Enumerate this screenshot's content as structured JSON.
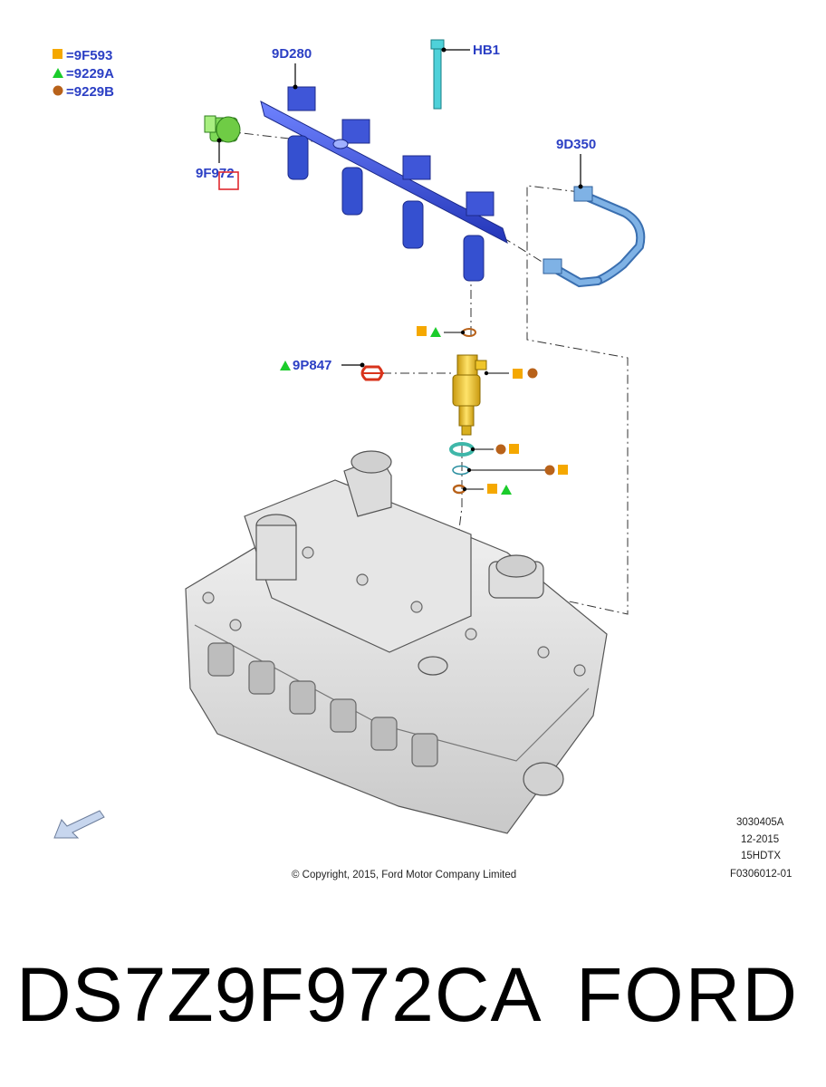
{
  "legend": [
    {
      "symbol": "square",
      "color": "#f5a800",
      "text": "=9F593"
    },
    {
      "symbol": "triangle",
      "color": "#1bcc2b",
      "text": "=9229A"
    },
    {
      "symbol": "circle",
      "color": "#b8621a",
      "text": "=9229B"
    }
  ],
  "labels": {
    "fuel_rail": "9D280",
    "bolt": "HB1",
    "sensor": "9F972",
    "fuel_line": "9D350",
    "clip": "9P847"
  },
  "meta": {
    "illustration_id": "3030405A",
    "date": "12-2015",
    "engine_code": "15HDTX",
    "figure_id": "F0306012-01",
    "copyright": "© Copyright, 2015, Ford Motor Company Limited"
  },
  "footer": {
    "part_number": "DS7Z9F972CA",
    "brand": "FORD"
  },
  "colors": {
    "label_blue": "#2b3fc4",
    "rail_blue": "#3f56d8",
    "injector_yellow": "#efc52a",
    "sensor_green": "#7ed957",
    "bolt_cyan": "#4fd1d9",
    "line_blue": "#7fb2e5",
    "highlight_red": "#e0282e"
  }
}
